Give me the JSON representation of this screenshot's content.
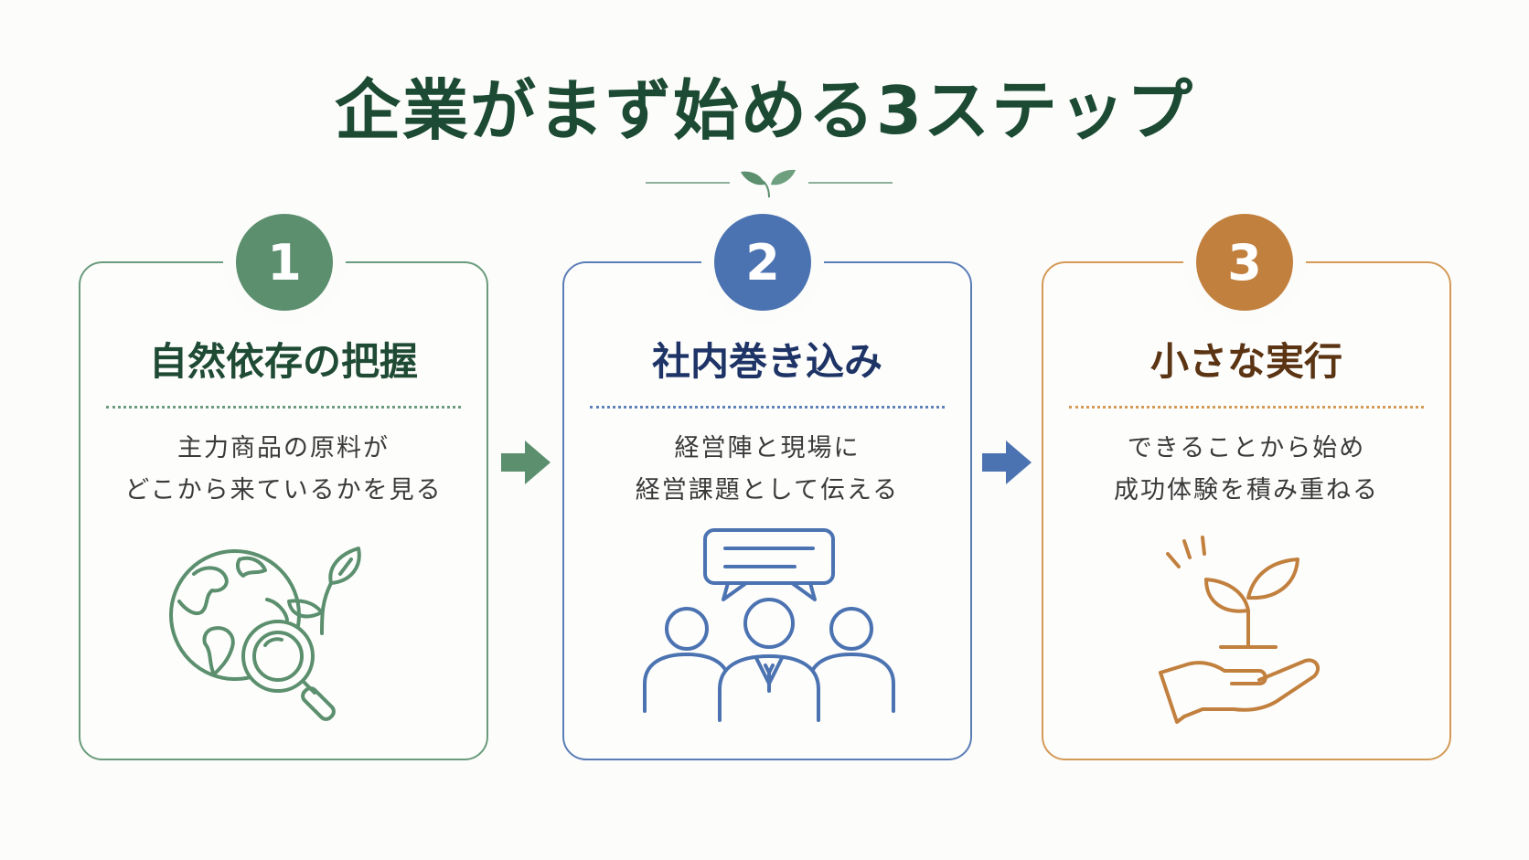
{
  "title": "企業がまず始める3ステップ",
  "colors": {
    "green": "#5b8f6d",
    "blue": "#4c73b1",
    "orange": "#c2803e",
    "title": "#1c4a33"
  },
  "steps": [
    {
      "number": "1",
      "title": "自然依存の把握",
      "lines": [
        "主力商品の原料が",
        "どこから来ているかを見る"
      ],
      "icon": "globe-magnifier-leaf-icon"
    },
    {
      "number": "2",
      "title": "社内巻き込み",
      "lines": [
        "経営陣と現場に",
        "経営課題として伝える"
      ],
      "icon": "team-discussion-icon"
    },
    {
      "number": "3",
      "title": "小さな実行",
      "lines": [
        "できることから始め",
        "成功体験を積み重ねる"
      ],
      "icon": "hand-sprout-icon"
    }
  ]
}
